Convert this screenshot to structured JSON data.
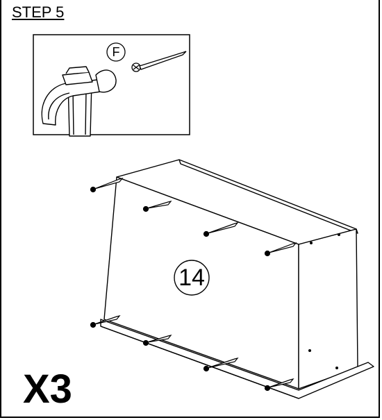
{
  "step": {
    "title": "STEP 5"
  },
  "detail": {
    "fastener_id": "F",
    "tool_icon": "hammer-icon",
    "fastener_icon": "nail-icon"
  },
  "assembly": {
    "part_number": "14",
    "nail_count_top": 4,
    "nail_count_bottom": 4
  },
  "quantity": {
    "label": "X3"
  },
  "colors": {
    "line": "#000000",
    "background": "#ffffff"
  }
}
